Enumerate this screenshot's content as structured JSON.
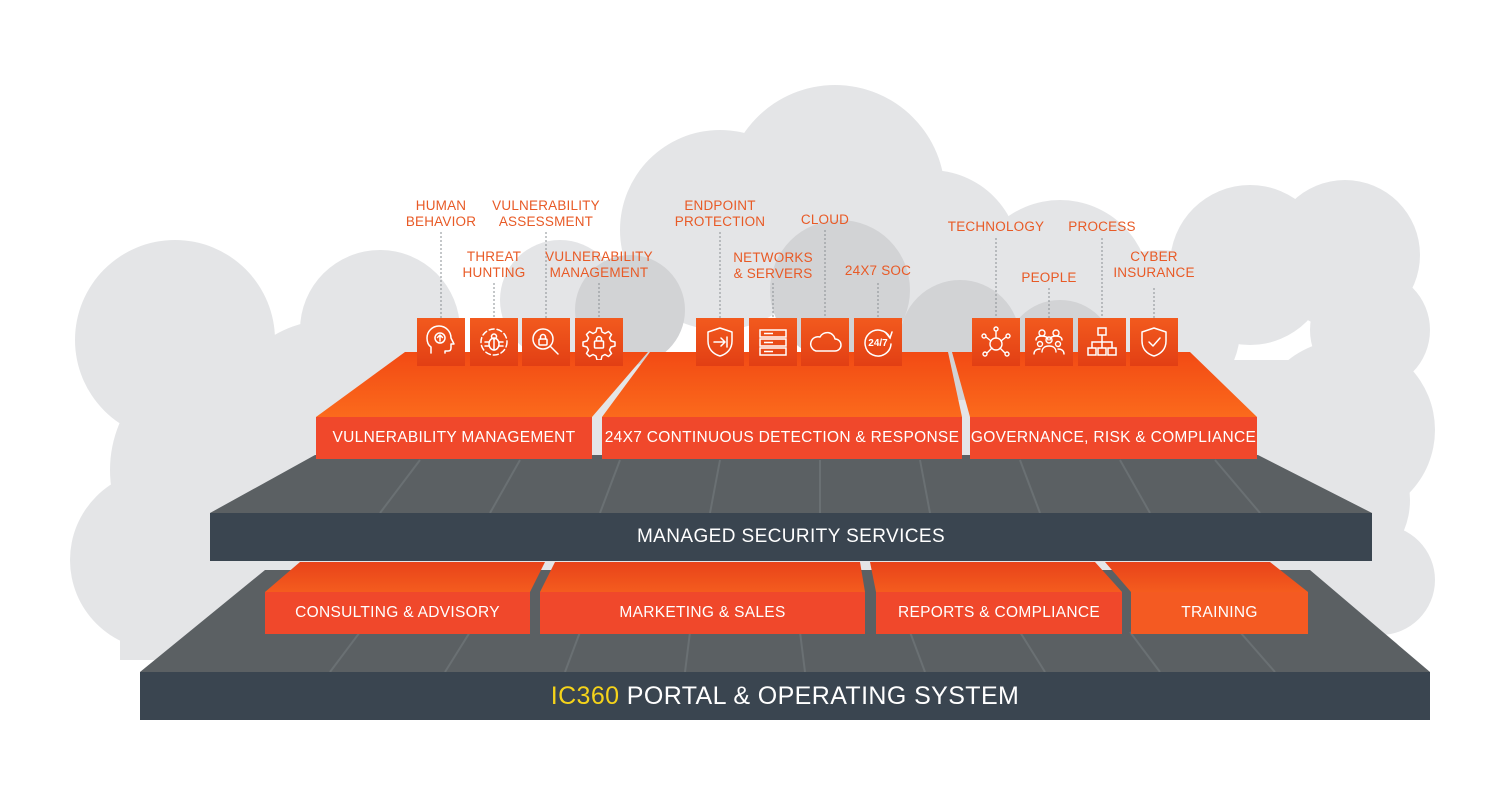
{
  "colors": {
    "accent": "#f0482b",
    "label_text": "#e85a26",
    "dark_band": "#3a4550",
    "platform_gray": "#5b6063",
    "cloud": "#e4e5e7",
    "highlight": "#f5d31a"
  },
  "pillars": {
    "vulnerability": {
      "title": "VULNERABILITY MANAGEMENT",
      "labels": [
        {
          "line1": "HUMAN",
          "line2": "BEHAVIOR"
        },
        {
          "line1": "THREAT",
          "line2": "HUNTING"
        },
        {
          "line1": "VULNERABILITY",
          "line2": "ASSESSMENT"
        },
        {
          "line1": "VULNERABILITY",
          "line2": "MANAGEMENT"
        }
      ],
      "icons": [
        "head-gear-icon",
        "bug-icon",
        "magnifier-lock-icon",
        "gear-lock-icon"
      ]
    },
    "detection": {
      "title": "24X7 CONTINUOUS DETECTION & RESPONSE",
      "labels": [
        {
          "line1": "ENDPOINT",
          "line2": "PROTECTION"
        },
        {
          "line1": "NETWORKS",
          "line2": "& SERVERS"
        },
        {
          "line1": "CLOUD",
          "line2": ""
        },
        {
          "line1": "24X7 SOC",
          "line2": ""
        }
      ],
      "icons": [
        "shield-arrow-icon",
        "server-icon",
        "cloud-icon",
        "clock-247-icon"
      ],
      "soc_icon_text": "24/7"
    },
    "governance": {
      "title": "GOVERNANCE, RISK & COMPLIANCE",
      "labels": [
        {
          "line1": "TECHNOLOGY",
          "line2": ""
        },
        {
          "line1": "PEOPLE",
          "line2": ""
        },
        {
          "line1": "PROCESS",
          "line2": ""
        },
        {
          "line1": "CYBER",
          "line2": "INSURANCE"
        }
      ],
      "icons": [
        "network-head-icon",
        "people-icon",
        "hierarchy-icon",
        "shield-check-icon"
      ]
    }
  },
  "managed_band": "MANAGED SECURITY SERVICES",
  "base_items": [
    "CONSULTING & ADVISORY",
    "MARKETING & SALES",
    "REPORTS & COMPLIANCE",
    "TRAINING"
  ],
  "portal": {
    "brand": "IC360",
    "rest": " PORTAL & OPERATING SYSTEM"
  }
}
